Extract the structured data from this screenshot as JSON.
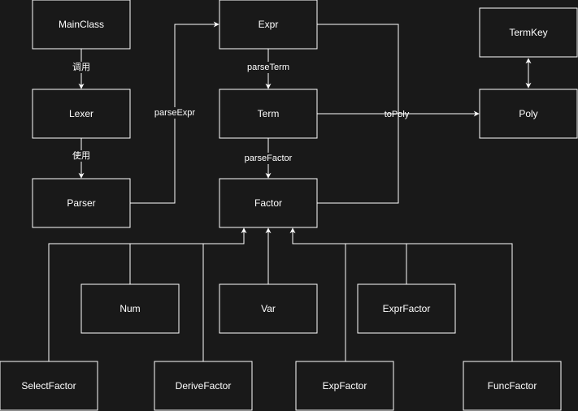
{
  "nodes": {
    "mainclass": "MainClass",
    "lexer": "Lexer",
    "parser": "Parser",
    "expr": "Expr",
    "term": "Term",
    "factor": "Factor",
    "termkey": "TermKey",
    "poly": "Poly",
    "num": "Num",
    "var": "Var",
    "exprfactor": "ExprFactor",
    "selectfactor": "SelectFactor",
    "derivefactor": "DeriveFactor",
    "expfactor": "ExpFactor",
    "funcfactor": "FuncFactor"
  },
  "edges": {
    "main_lexer": "调用",
    "lexer_parser": "使用",
    "parser_expr": "parseExpr",
    "expr_term": "parseTerm",
    "term_factor": "parseFactor",
    "to_poly": "toPoly"
  },
  "colors": {
    "background": "#191919",
    "stroke": "#ffffff",
    "text": "#ffffff"
  }
}
